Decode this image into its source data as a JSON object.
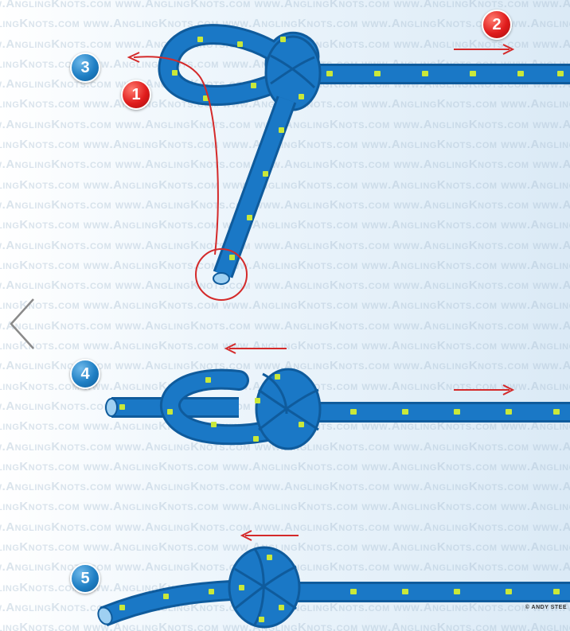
{
  "watermark": {
    "text": "www.AnglingKnots.com "
  },
  "navigation": {
    "prev_icon": "chevron-left-icon"
  },
  "steps": [
    {
      "label": "3"
    },
    {
      "label": "4"
    },
    {
      "label": "5"
    }
  ],
  "callouts": [
    {
      "label": "1"
    },
    {
      "label": "2"
    }
  ],
  "credit": "© ANDY STEE",
  "colors": {
    "rope": "#1a78c6",
    "rope_dark": "#0f5b9c",
    "rope_marks": "#c9e83a",
    "arrow": "#d42a2a",
    "step_badge": "#1f7fc4",
    "callout_badge": "#e01c1c"
  }
}
